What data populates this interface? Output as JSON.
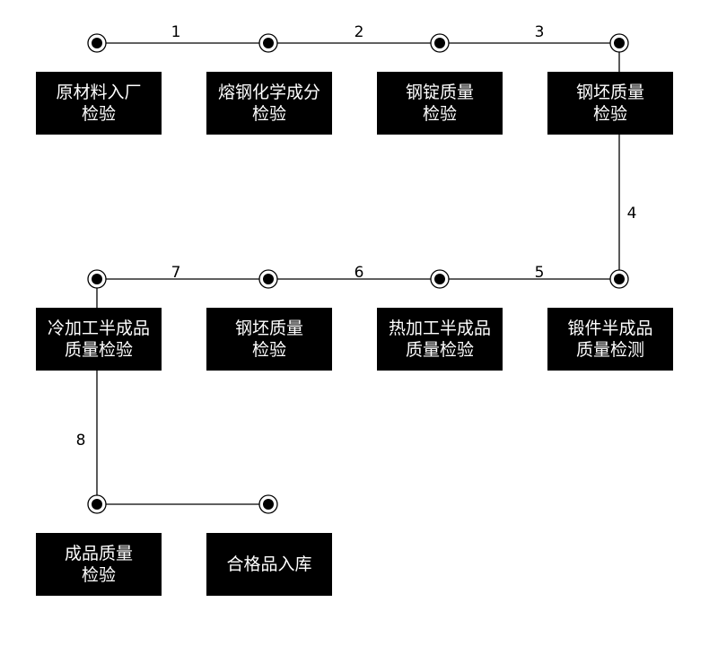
{
  "flow": {
    "steps": [
      {
        "line1": "原材料入厂",
        "line2": "检验"
      },
      {
        "line1": "熔钢化学成分",
        "line2": "检验"
      },
      {
        "line1": "钢锭质量",
        "line2": "检验"
      },
      {
        "line1": "钢坯质量",
        "line2": "检验"
      },
      {
        "line1": "锻件半成品",
        "line2": "质量检测"
      },
      {
        "line1": "热加工半成品",
        "line2": "质量检验"
      },
      {
        "line1": "钢坯质量",
        "line2": "检验"
      },
      {
        "line1": "冷加工半成品",
        "line2": "质量检验"
      },
      {
        "line1": "成品质量",
        "line2": "检验"
      },
      {
        "line1": "合格品入库",
        "line2": ""
      }
    ],
    "connector_labels": [
      "1",
      "2",
      "3",
      "4",
      "5",
      "6",
      "7",
      "8"
    ]
  }
}
